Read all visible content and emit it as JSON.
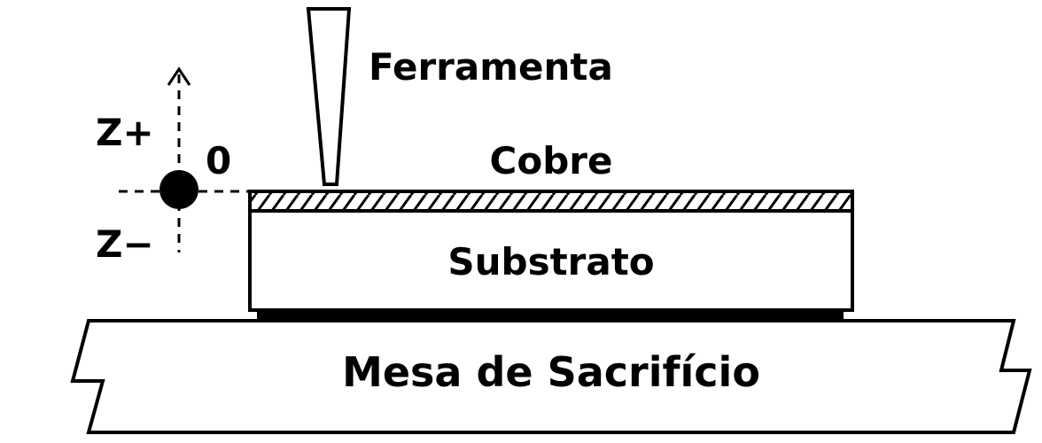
{
  "labels": {
    "tool": "Ferramenta",
    "copper": "Cobre",
    "substrate": "Substrato",
    "table": "Mesa de Sacrifício",
    "z_plus": "Z+",
    "z_minus": "Z−",
    "origin": "0"
  },
  "colors": {
    "ink": "#000000",
    "background": "#ffffff"
  }
}
